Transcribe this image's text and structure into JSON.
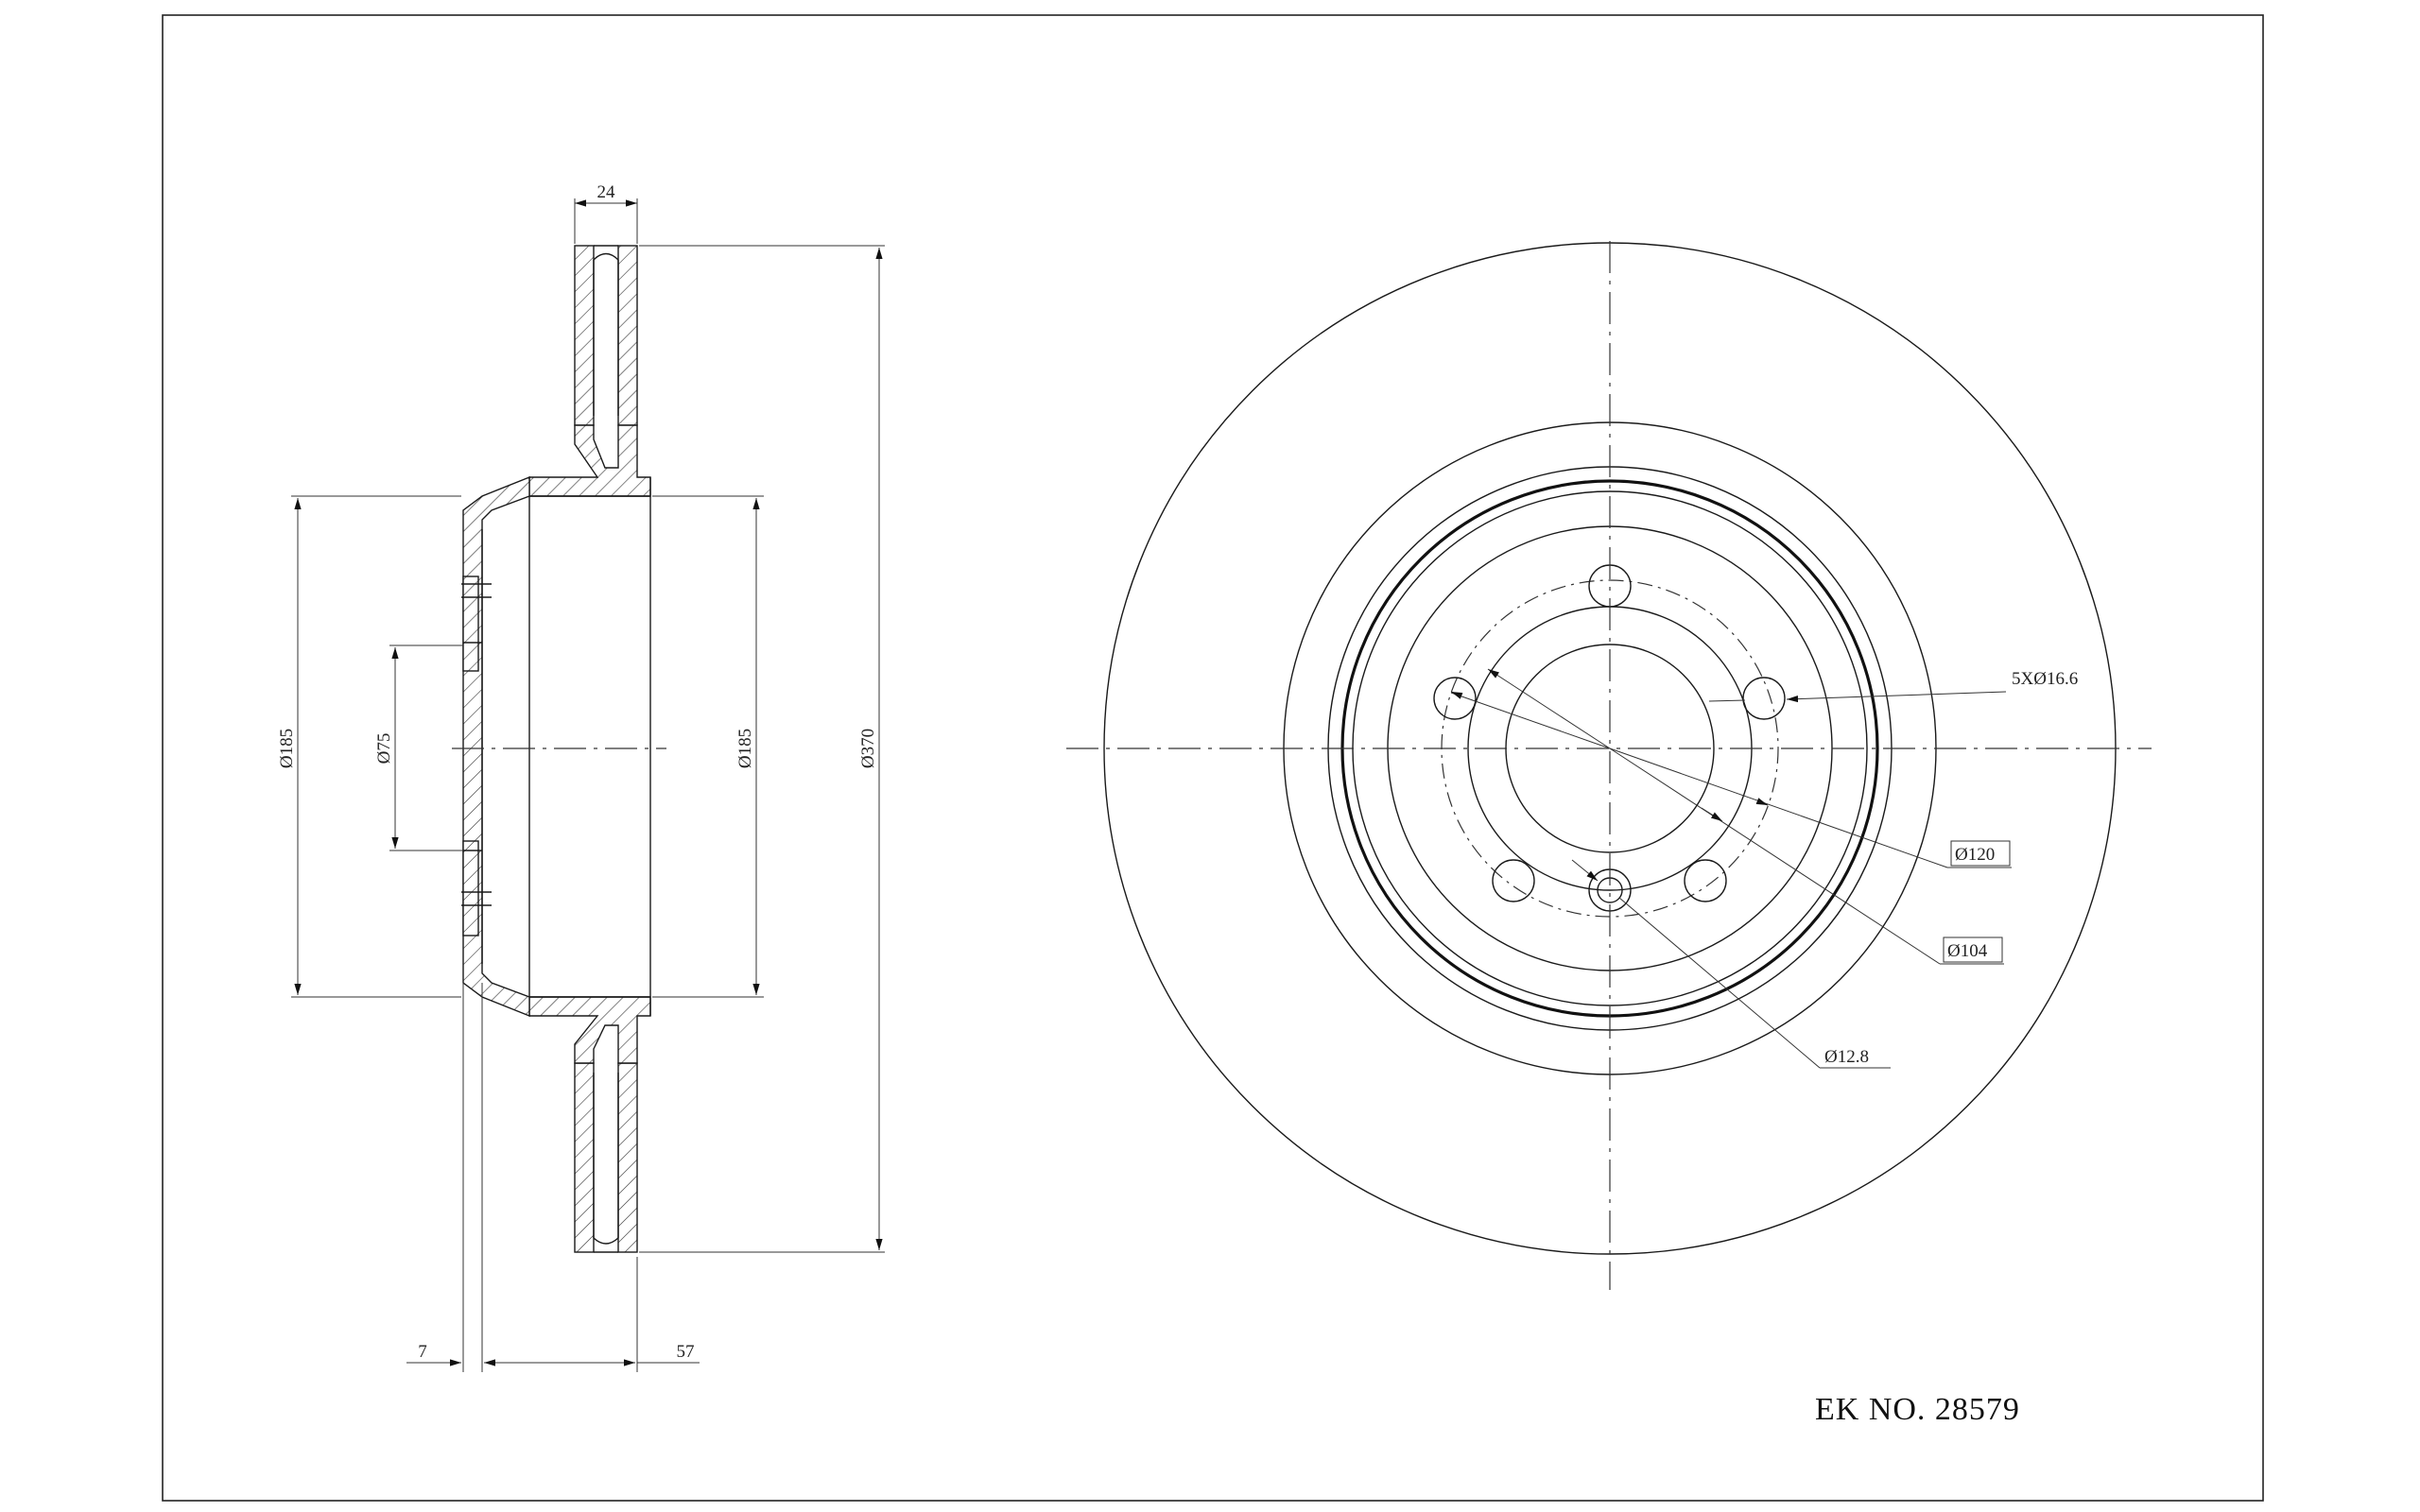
{
  "drawing": {
    "part_number_label": "EK NO. 28579"
  },
  "side_view": {
    "dim_thickness": "24",
    "dim_outer_diameter": "Ø370",
    "dim_hat_diameter_left": "Ø185",
    "dim_hat_diameter_right": "Ø185",
    "dim_center_bore": "Ø75",
    "dim_hat_offset": "7",
    "dim_overall_height": "57"
  },
  "front_view": {
    "label_bolt_holes": "5XØ16.6",
    "label_pcd": "Ø120",
    "label_inner_ring": "Ø104",
    "label_small_hole": "Ø12.8"
  }
}
